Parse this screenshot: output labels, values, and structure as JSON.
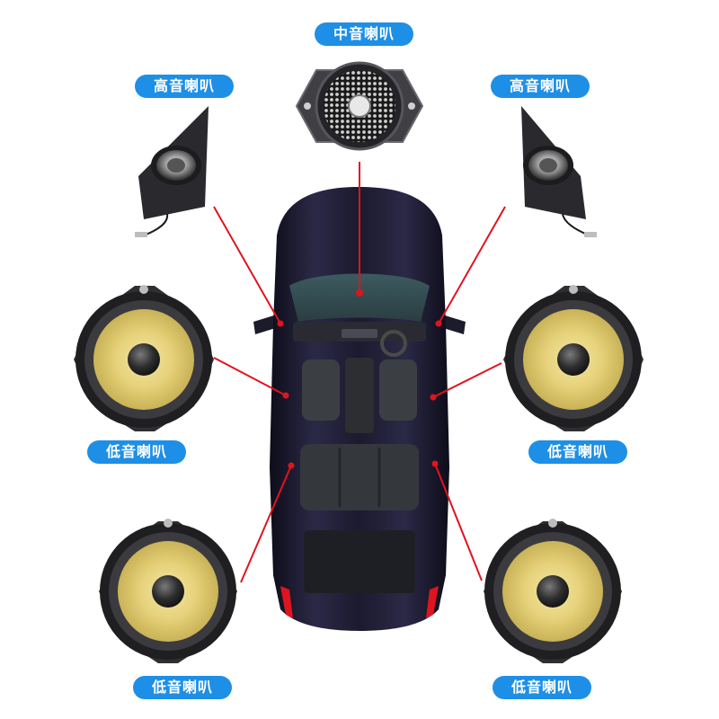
{
  "labels": {
    "mid": "中音喇叭",
    "tweeter_left": "高音喇叭",
    "tweeter_right": "高音喇叭",
    "woofer_front_left": "低音喇叭",
    "woofer_front_right": "低音喇叭",
    "woofer_rear_left": "低音喇叭",
    "woofer_rear_right": "低音喇叭"
  },
  "colors": {
    "label_bg": "#1e8fe6",
    "pointer": "#e0141e",
    "cone": "#e6d27a",
    "frame": "#3a3a3e",
    "car_body": "#1b1a2e"
  }
}
